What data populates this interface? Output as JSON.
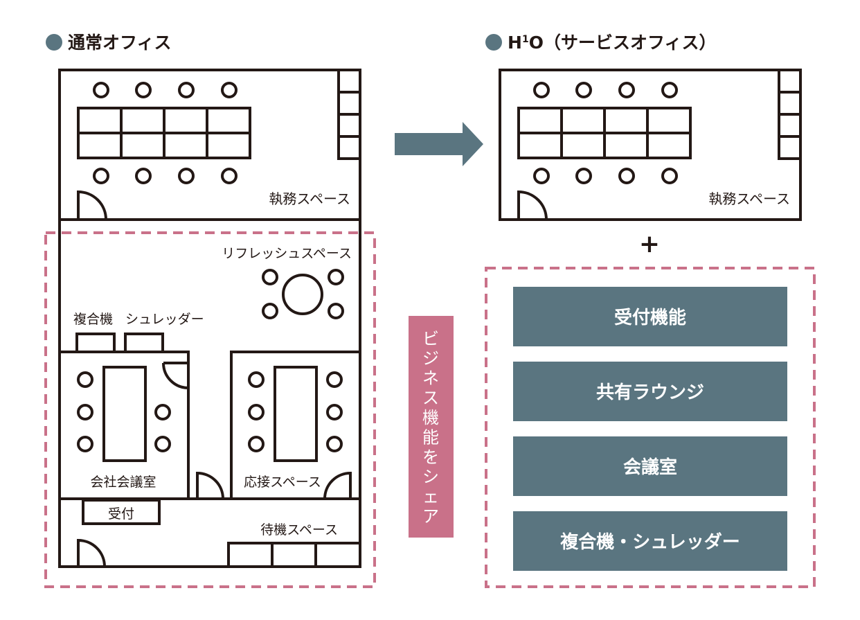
{
  "colors": {
    "bullet": "#5a7580",
    "arrow": "#5a7580",
    "service_box": "#5a7580",
    "share_box": "#c97189",
    "dashed_border": "#c97189",
    "line": "#231815"
  },
  "left": {
    "title": "通常オフィス",
    "work_space": "執務スペース",
    "refresh_space": "リフレッシュスペース",
    "mfp": "複合機",
    "shredder": "シュレッダー",
    "meeting_room": "会社会議室",
    "reception_space": "応接スペース",
    "reception": "受付",
    "waiting_space": "待機スペース"
  },
  "share": {
    "chars": [
      "ビ",
      "ジ",
      "ネ",
      "ス",
      "機",
      "能",
      "を",
      "シ",
      "ェ",
      "ア"
    ]
  },
  "right": {
    "title_h": "H",
    "title_sup": "1",
    "title_rest": "O（サービスオフィス）",
    "work_space": "執務スペース",
    "plus": "+",
    "services": [
      "受付機能",
      "共有ラウンジ",
      "会議室",
      "複合機・シュレッダー"
    ]
  }
}
